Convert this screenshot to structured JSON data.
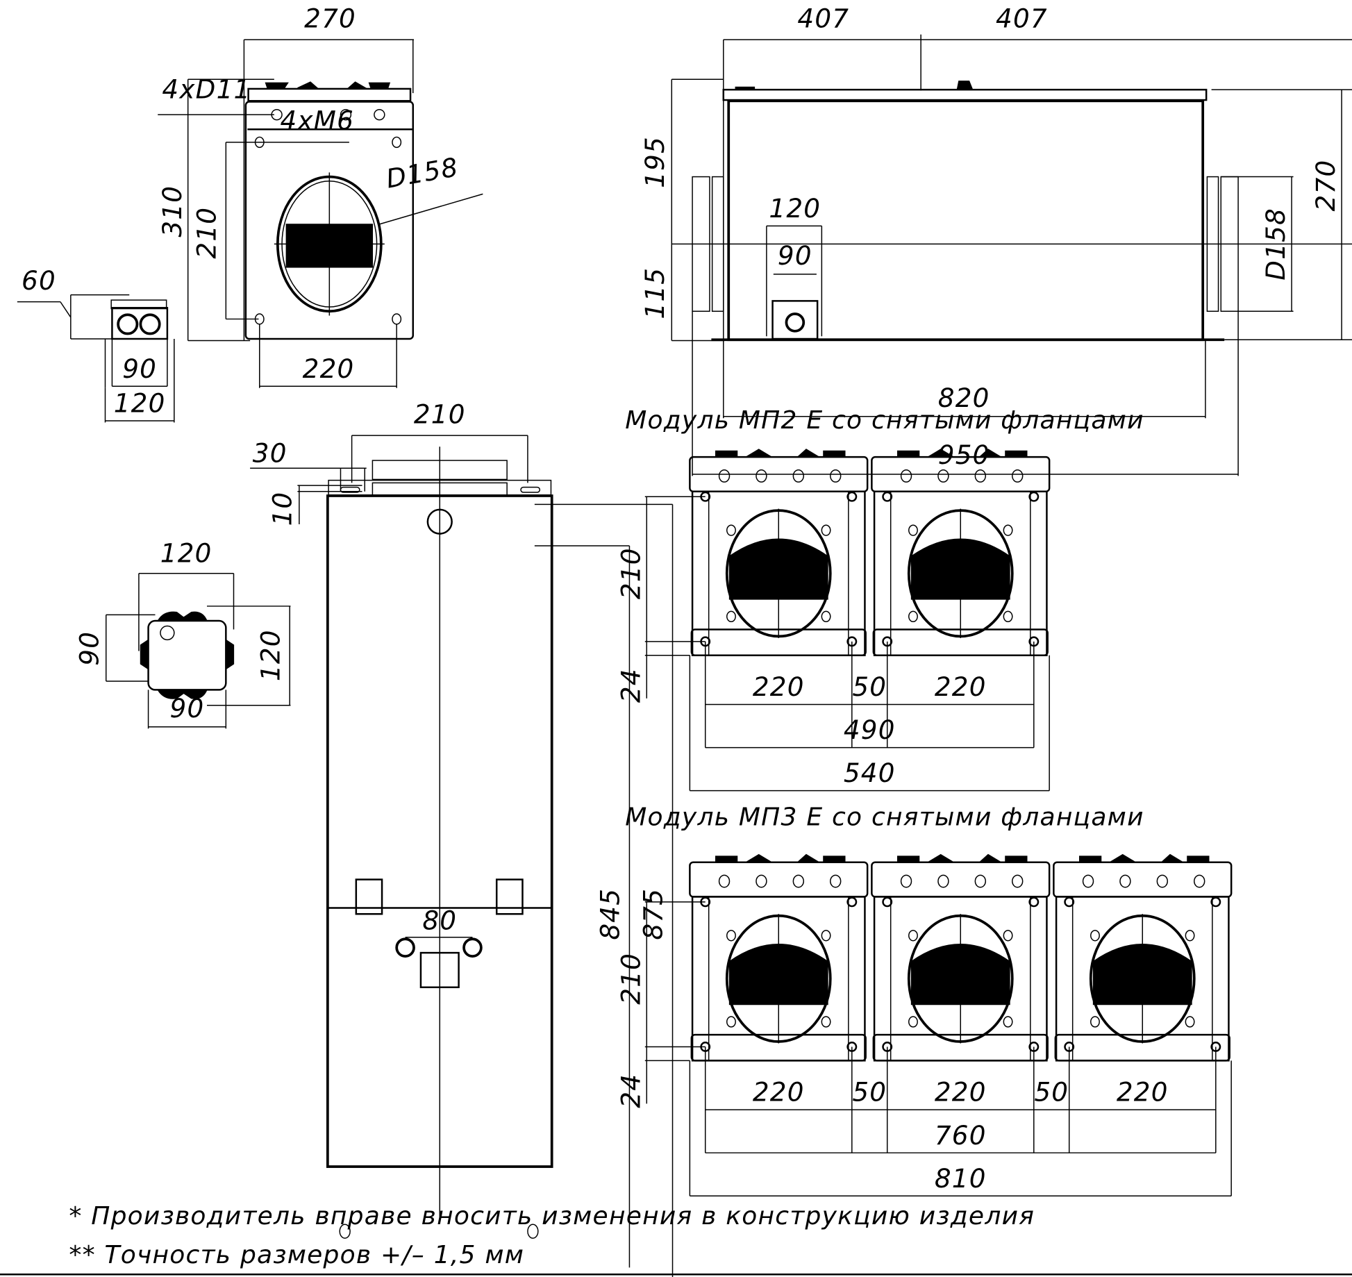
{
  "drawing": {
    "views": {
      "front_view": {
        "width_label": "270",
        "height_label": "310",
        "inner_height_label": "210",
        "hole_spacing_label": "220",
        "holes_label": "4xD11",
        "thread_label": "4xM6",
        "duct_label": "D158"
      },
      "small_box_side": {
        "height_label": "60",
        "inner_width_label": "90",
        "outer_width_label": "120"
      },
      "side_view": {
        "half_length_left_label": "407",
        "half_length_right_label": "407",
        "upper_height_label": "195",
        "lower_height_label": "115",
        "total_height_label": "270",
        "duct_label": "D158",
        "box_outer_label": "120",
        "box_inner_label": "90",
        "body_length_label": "820",
        "total_length_label": "950"
      },
      "top_view": {
        "flange_width_label": "210",
        "slot_offset_label": "30",
        "slot_height_label": "10",
        "body_length_label": "845",
        "total_length_label": "875",
        "gland_spacing_label": "80"
      },
      "junction_box_top": {
        "outer_width_label": "120",
        "outer_height_label": "120",
        "inner_height_label": "90",
        "inner_width_label": "90"
      }
    },
    "modules": [
      {
        "caption": "Модуль МП2 Е со снятыми фланцами",
        "height_label": "210",
        "base_label": "24",
        "segment_labels": [
          "220",
          "50",
          "220"
        ],
        "hole_span_label": "490",
        "total_width_label": "540"
      },
      {
        "caption": "Модуль МП3 Е со снятыми фланцами",
        "height_label": "210",
        "base_label": "24",
        "segment_labels": [
          "220",
          "50",
          "220",
          "50",
          "220"
        ],
        "hole_span_label": "760",
        "total_width_label": "810"
      }
    ],
    "notes": [
      "* Производитель вправе вносить изменения в конструкцию изделия",
      "** Точность размеров +/– 1,5 мм"
    ]
  }
}
